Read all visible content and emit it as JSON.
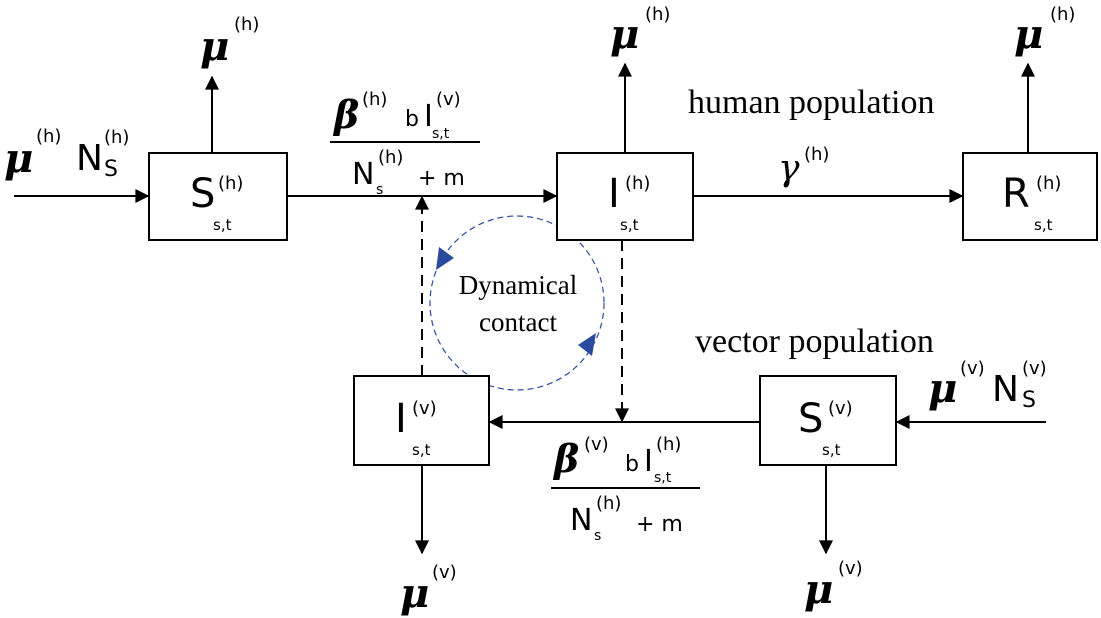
{
  "nodes": {
    "s_h": {
      "main": "S",
      "sup": "(h)",
      "sub": "s,t"
    },
    "i_h": {
      "main": "I",
      "sup": "(h)",
      "sub": "s,t"
    },
    "r_h": {
      "main": "R",
      "sup": "(h)",
      "sub": "s,t"
    },
    "i_v": {
      "main": "I",
      "sup": "(v)",
      "sub": "s,t"
    },
    "s_v": {
      "main": "S",
      "sup": "(v)",
      "sub": "s,t"
    }
  },
  "mortality": {
    "symbol": "μ",
    "human_sup": "(h)",
    "vector_sup": "(v)"
  },
  "inflow": {
    "human": {
      "mu": "μ",
      "mu_sup": "(h)",
      "n": "N",
      "n_sup": "(h)",
      "n_sub": "S"
    },
    "vector": {
      "mu": "μ",
      "mu_sup": "(v)",
      "n": "N",
      "n_sup": "(v)",
      "n_sub": "S"
    }
  },
  "human_infection_rate": {
    "beta": "β",
    "beta_sup": "(h)",
    "b": "b",
    "i": "I",
    "i_sup": "(v)",
    "i_sub": "s,t",
    "n": "N",
    "n_sup": "(h)",
    "n_sub": "s",
    "plus_m": "+ m"
  },
  "vector_infection_rate": {
    "beta": "β",
    "beta_sup": "(v)",
    "b": "b",
    "i": "I",
    "i_sup": "(h)",
    "i_sub": "s,t",
    "n": "N",
    "n_sup": "(h)",
    "n_sub": "s",
    "plus_m": "+ m"
  },
  "recovery": {
    "gamma": "γ",
    "gamma_sup": "(h)"
  },
  "labels": {
    "human_population": "human population",
    "vector_population": "vector population",
    "contact_line1": "Dynamical",
    "contact_line2": "contact"
  },
  "colors": {
    "contact_circle": "#2b4a9e",
    "stroke": "#000000"
  }
}
